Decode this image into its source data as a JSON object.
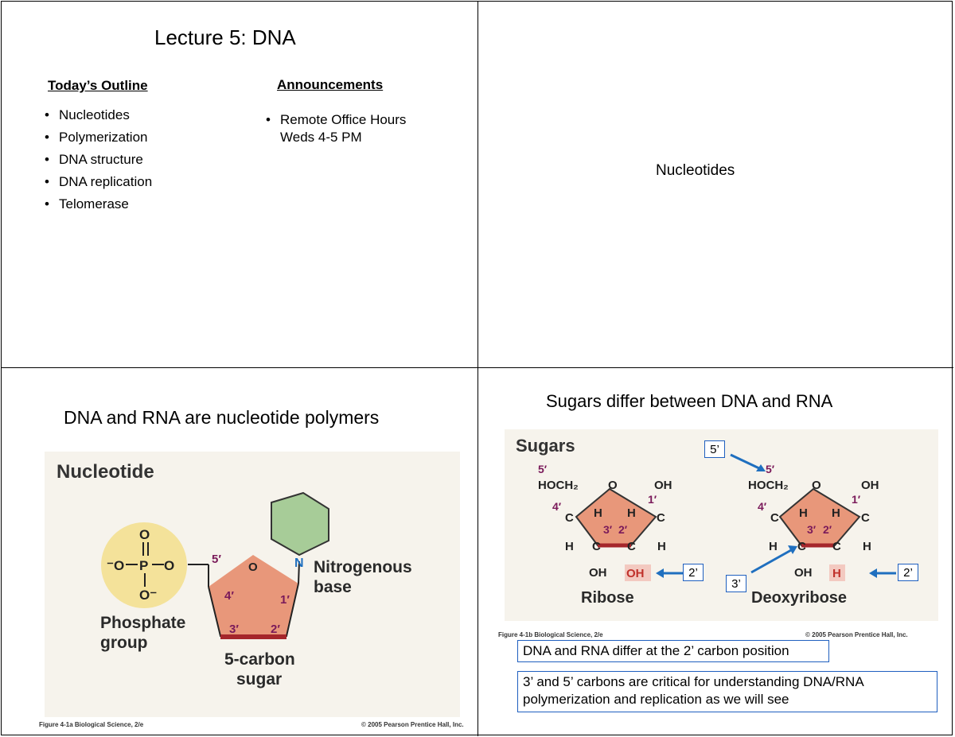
{
  "slide1": {
    "title": "Lecture 5: DNA",
    "outline_heading": "Today’s Outline",
    "outline_items": [
      "Nucleotides",
      "Polymerization",
      "DNA structure",
      "DNA replication",
      "Telomerase"
    ],
    "announcements_heading": "Announcements",
    "announcement_line1": "Remote Office Hours",
    "announcement_line2": "Weds 4-5 PM"
  },
  "slide2": {
    "title": "Nucleotides"
  },
  "slide3": {
    "title": "DNA and RNA are nucleotide polymers",
    "figure": {
      "heading": "Nucleotide",
      "phosphate_label_line1": "Phosphate",
      "phosphate_label_line2": "group",
      "sugar_label_line1": "5-carbon",
      "sugar_label_line2": "sugar",
      "base_label_line1": "Nitrogenous",
      "base_label_line2": "base",
      "atom_O": "O",
      "atom_P": "P",
      "atom_N": "N",
      "oxygen_minus": "O⁻",
      "oxygen_minus_left": "⁻O",
      "carbons": [
        "5′",
        "4′",
        "1′",
        "3′",
        "2′"
      ],
      "credit_left": "Figure 4-1a  Biological Science, 2/e",
      "credit_right": "© 2005 Pearson Prentice Hall, Inc.",
      "colors": {
        "phosphate": "#f4e29a",
        "sugar": "#e8977a",
        "base": "#a7cc98",
        "bond": "#a5262b",
        "carbon_label": "#7a1a5a",
        "nitrogen": "#1f6fbf"
      }
    }
  },
  "slide4": {
    "title": "Sugars differ between DNA and RNA",
    "figure": {
      "heading": "Sugars",
      "ribose_label": "Ribose",
      "deoxyribose_label": "Deoxyribose",
      "hoch2": "HOCH₂",
      "oh": "OH",
      "h": "H",
      "c": "C",
      "o": "O",
      "carbons": [
        "5′",
        "4′",
        "1′",
        "3′",
        "2′"
      ],
      "credit_left": "Figure 4-1b  Biological Science, 2/e",
      "credit_right": "© 2005 Pearson Prentice Hall, Inc."
    },
    "callout_5": "5’",
    "callout_2_ribose": "2’",
    "callout_3": "3’",
    "callout_2_deoxy": "2’",
    "note1": "DNA and RNA differ at the 2’ carbon position",
    "note2_line1": "3’ and 5’ carbons are critical for understanding DNA/RNA",
    "note2_line2": "polymerization and replication as we will see",
    "colors": {
      "arrow": "#1f6fbf",
      "highlight": "#f3c9c0"
    }
  }
}
